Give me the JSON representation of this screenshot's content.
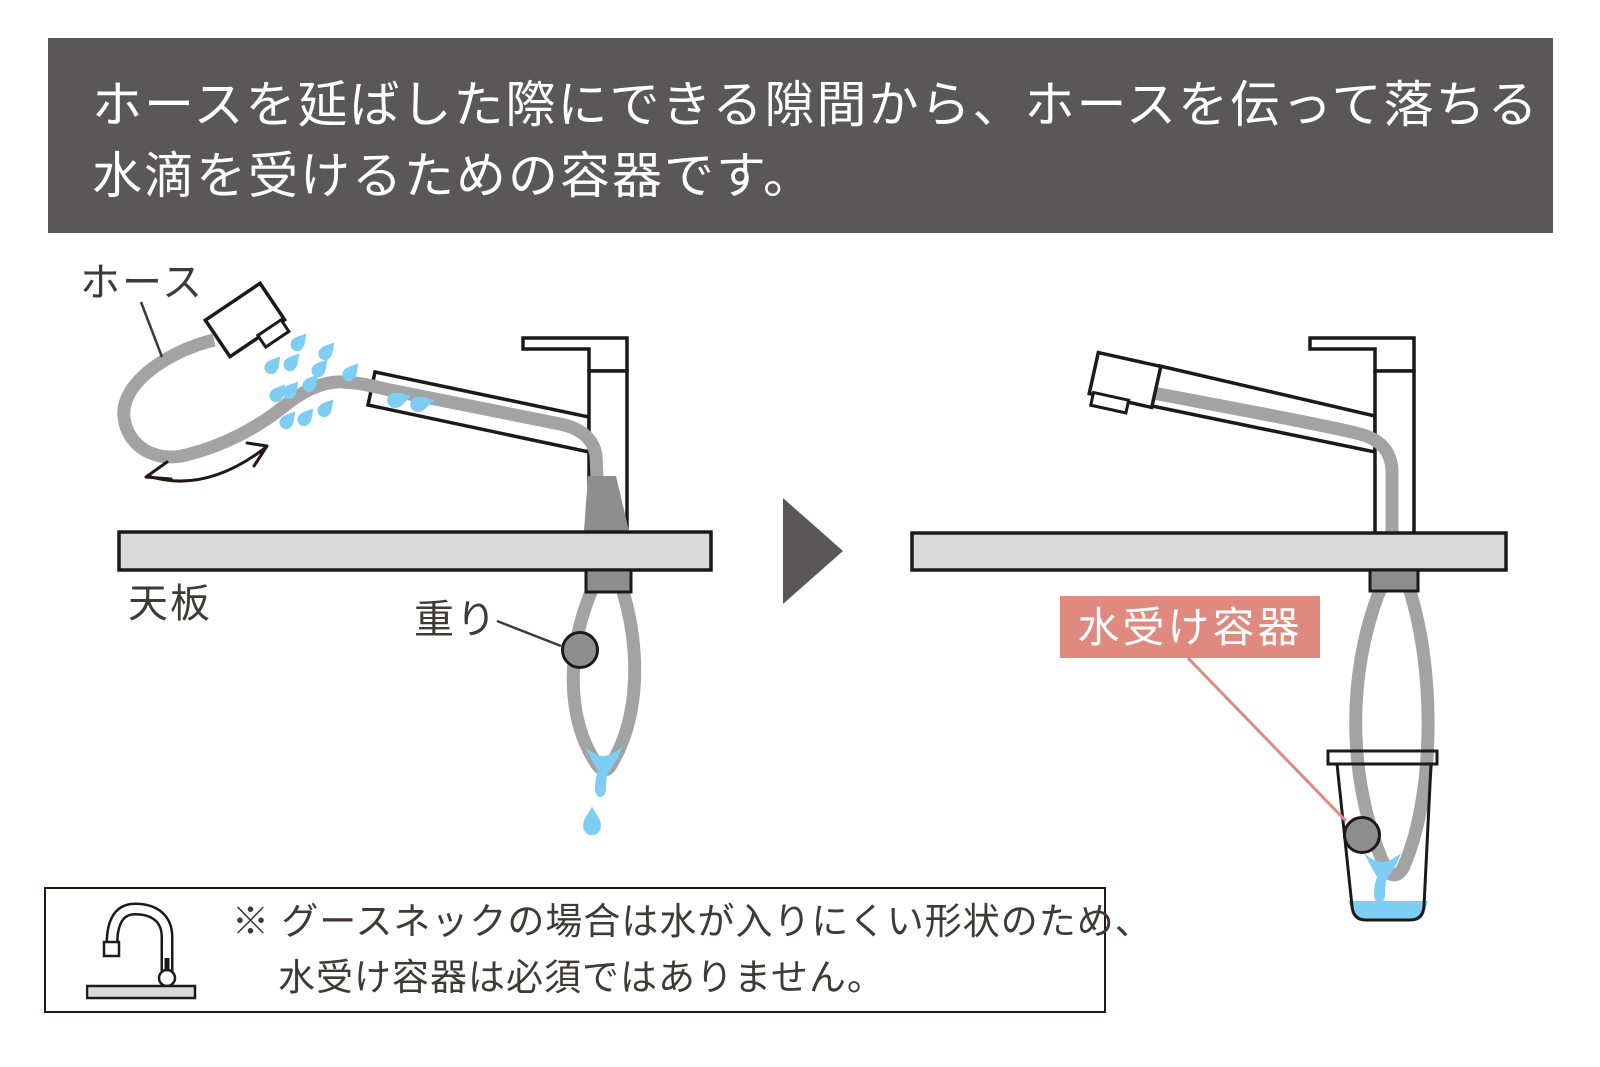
{
  "header": {
    "line1": "ホースを延ばした際にできる隙間から、ホースを伝って落ちる",
    "line2": "水滴を受けるための容器です。"
  },
  "left_diagram": {
    "hose_label": "ホース",
    "countertop_label": "天板",
    "weight_label": "重り"
  },
  "right_diagram": {
    "container_label": "水受け容器"
  },
  "note": {
    "line1": "※ グースネックの場合は水が入りにくい形状のため、",
    "line2": "水受け容器は必須ではありません。"
  },
  "icons": [
    "right-arrow-triangle-icon",
    "gooseneck-faucet-icon",
    "water-drop-icon"
  ],
  "colors": {
    "banner_bg": "#595757",
    "banner_text": "#ffffff",
    "label_text": "#3e3a39",
    "accent_pink": "#e0897f",
    "water_blue": "#7ecef4",
    "hose_gray": "#a3a3a4",
    "hardware_gray": "#8e8e8f",
    "counter_gray": "#d9d9da",
    "outline_black": "#1a1a1a",
    "arrow_gray": "#595757"
  }
}
